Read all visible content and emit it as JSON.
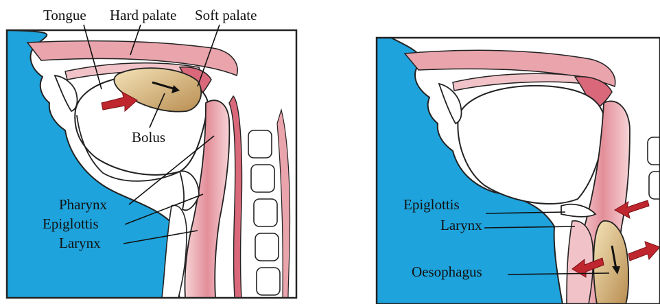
{
  "colors": {
    "background": "#1ea3dc",
    "tissue": "#ffffff",
    "pink": "#e8a2a8",
    "pink_deep": "#d9687a",
    "bolus": "#c9a46a",
    "arrow": "#c0262e",
    "frame": "#222222"
  },
  "left_panel": {
    "labels": {
      "tongue": "Tongue",
      "hard_palate": "Hard palate",
      "soft_palate": "Soft palate",
      "bolus": "Bolus",
      "pharynx": "Pharynx",
      "epiglottis": "Epiglottis",
      "larynx": "Larynx"
    }
  },
  "right_panel": {
    "labels": {
      "epiglottis": "Epiglottis",
      "larynx": "Larynx",
      "oesophagus": "Oesophagus"
    }
  }
}
